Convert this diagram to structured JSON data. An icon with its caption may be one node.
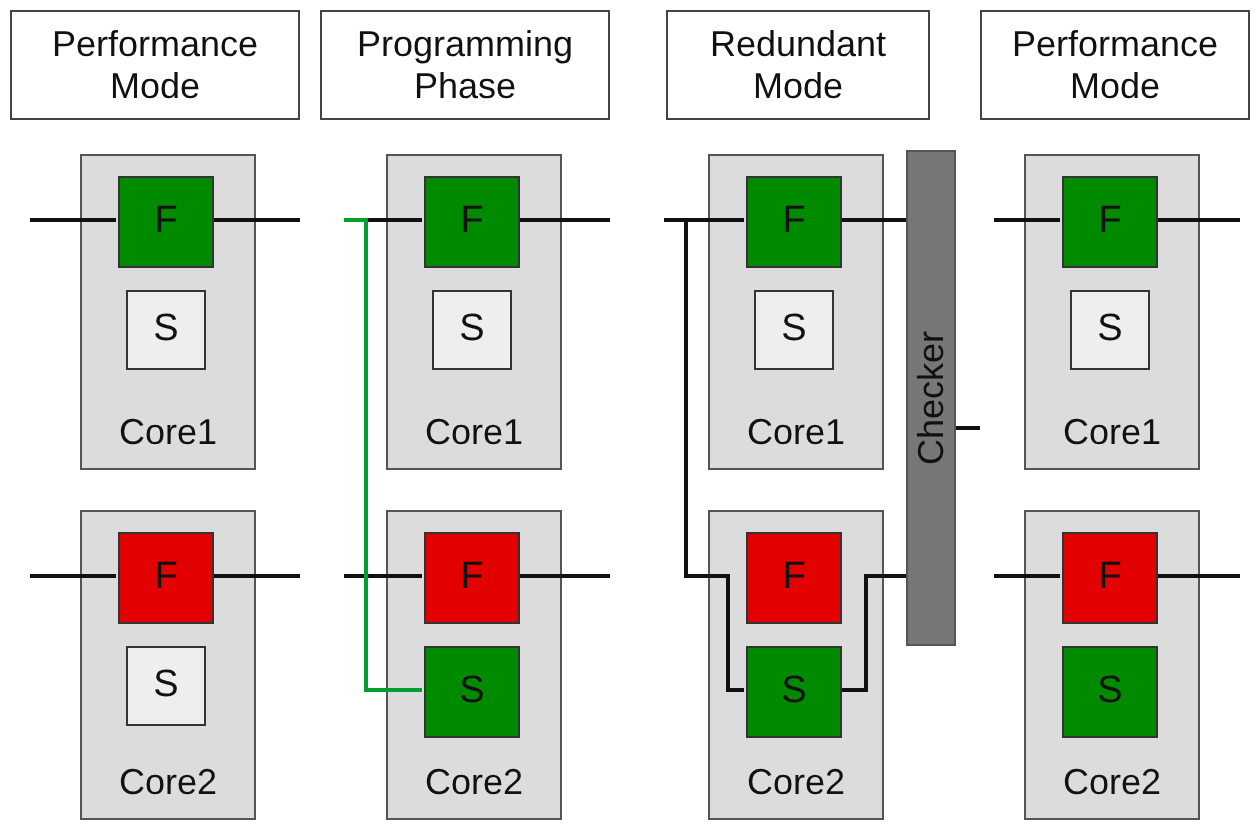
{
  "diagram": {
    "nodes": [
      {
        "text": [
          "Performance Mode"
        ]
      },
      {
        "text": [
          "Core1"
        ]
      },
      {
        "text": [
          "F"
        ],
        "in": 1
      },
      {
        "text": [
          "S"
        ],
        "in": 1
      },
      {
        "text": [
          "Core2"
        ]
      },
      {
        "text": [
          "F"
        ],
        "in": 4
      },
      {
        "text": [
          "S"
        ],
        "in": 4
      },
      {
        "text": [
          "Programming Phase"
        ]
      },
      {
        "text": [
          "Core1"
        ]
      },
      {
        "text": [
          "F"
        ],
        "in": 8
      },
      {
        "text": [
          "S"
        ],
        "in": 8
      },
      {
        "text": [
          "Core2"
        ]
      },
      {
        "text": [
          "F"
        ],
        "in": 11
      },
      {
        "text": [
          "S"
        ],
        "in": 11
      },
      {
        "text": [
          "Redundant Mode"
        ]
      },
      {
        "text": [
          "Core1"
        ]
      },
      {
        "text": [
          "F"
        ],
        "in": 15
      },
      {
        "text": [
          "S"
        ],
        "in": 15
      },
      {
        "text": [
          "Core2"
        ]
      },
      {
        "text": [
          "F"
        ],
        "in": 18
      },
      {
        "text": [
          "S"
        ],
        "in": 18
      },
      {
        "text": [
          "Checker"
        ]
      },
      {
        "text": [
          "Performance Mode"
        ]
      },
      {
        "text": [
          "Core1"
        ]
      },
      {
        "text": [
          "F"
        ],
        "in": 23
      },
      {
        "text": [
          "S"
        ],
        "in": 23
      },
      {
        "text": [
          "Core2"
        ]
      },
      {
        "text": [
          "F"
        ],
        "in": 26
      },
      {
        "text": [
          "S"
        ],
        "in": 26
      }
    ],
    "edges": [
      {
        "from": null,
        "to": 2,
        "arrow": "none"
      },
      {
        "from": 2,
        "to": null,
        "arrow": "none"
      },
      {
        "from": null,
        "to": 5,
        "arrow": "none"
      },
      {
        "from": 5,
        "to": null,
        "arrow": "none"
      },
      {
        "from": null,
        "to": 9,
        "arrow": "none"
      },
      {
        "from": 9,
        "to": null,
        "arrow": "none"
      },
      {
        "from": null,
        "to": 12,
        "arrow": "none"
      },
      {
        "from": 12,
        "to": null,
        "arrow": "none"
      },
      {
        "from": null,
        "to": 13,
        "arrow": "none",
        "color": "#00a030"
      },
      {
        "from": null,
        "to": 16,
        "arrow": "none"
      },
      {
        "from": 16,
        "to": 21,
        "arrow": "none"
      },
      {
        "from": null,
        "to": 20,
        "arrow": "none"
      },
      {
        "from": 20,
        "to": 21,
        "arrow": "none"
      },
      {
        "from": 21,
        "to": null,
        "arrow": "none"
      },
      {
        "from": null,
        "to": 24,
        "arrow": "none"
      },
      {
        "from": 24,
        "to": null,
        "arrow": "none"
      },
      {
        "from": null,
        "to": 27,
        "arrow": "none"
      },
      {
        "from": 27,
        "to": null,
        "arrow": "none"
      }
    ]
  }
}
